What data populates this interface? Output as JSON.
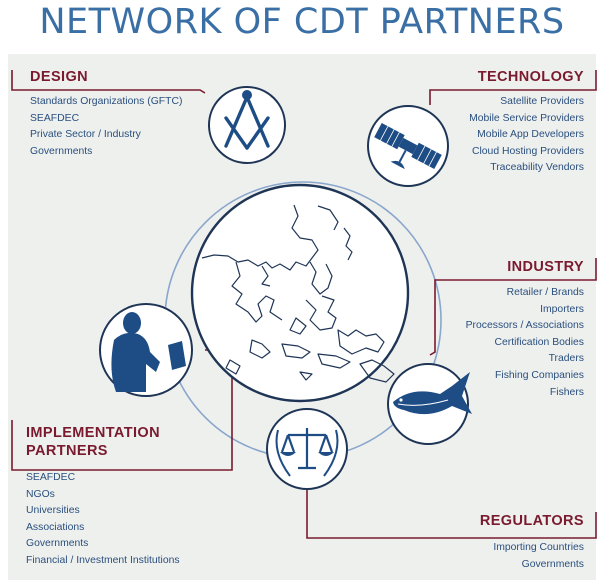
{
  "title": "NETWORK OF CDT PARTNERS",
  "sections": {
    "design": {
      "heading": "DESIGN",
      "items": [
        "Standards Organizations (GFTC)",
        "SEAFDEC",
        "Private Sector / Industry",
        "Governments"
      ]
    },
    "technology": {
      "heading": "TECHNOLOGY",
      "items": [
        "Satellite Providers",
        "Mobile Service Providers",
        "Mobile App Developers",
        "Cloud Hosting Providers",
        "Traceability Vendors"
      ]
    },
    "industry": {
      "heading": "INDUSTRY",
      "items": [
        "Retailer / Brands",
        "Importers",
        "Processors / Associations",
        "Certification Bodies",
        "Traders",
        "Fishing Companies",
        "Fishers"
      ]
    },
    "implementation": {
      "heading_line1": "IMPLEMENTATION",
      "heading_line2": "PARTNERS",
      "items": [
        "SEAFDEC",
        "NGOs",
        "Universities",
        "Associations",
        "Governments",
        "Financial / Investment Institutions"
      ]
    },
    "regulators": {
      "heading": "REGULATORS",
      "items": [
        "Importing Countries",
        "Governments"
      ]
    }
  },
  "icons": {
    "design": "compass-square-icon",
    "technology": "satellite-icon",
    "industry": "tuna-fish-icon",
    "implementation": "person-laptop-icon",
    "regulators": "scales-of-justice-icon",
    "center": "southeast-asia-map-globe"
  },
  "colors": {
    "title": "#3a6fa5",
    "heading": "#7a1a2e",
    "item_text": "#2a4f7e",
    "ring": "#7f9cc6",
    "connector": "#7a1a2e",
    "icon_fill": "#1e4d86",
    "panel": "#eef0ee"
  }
}
